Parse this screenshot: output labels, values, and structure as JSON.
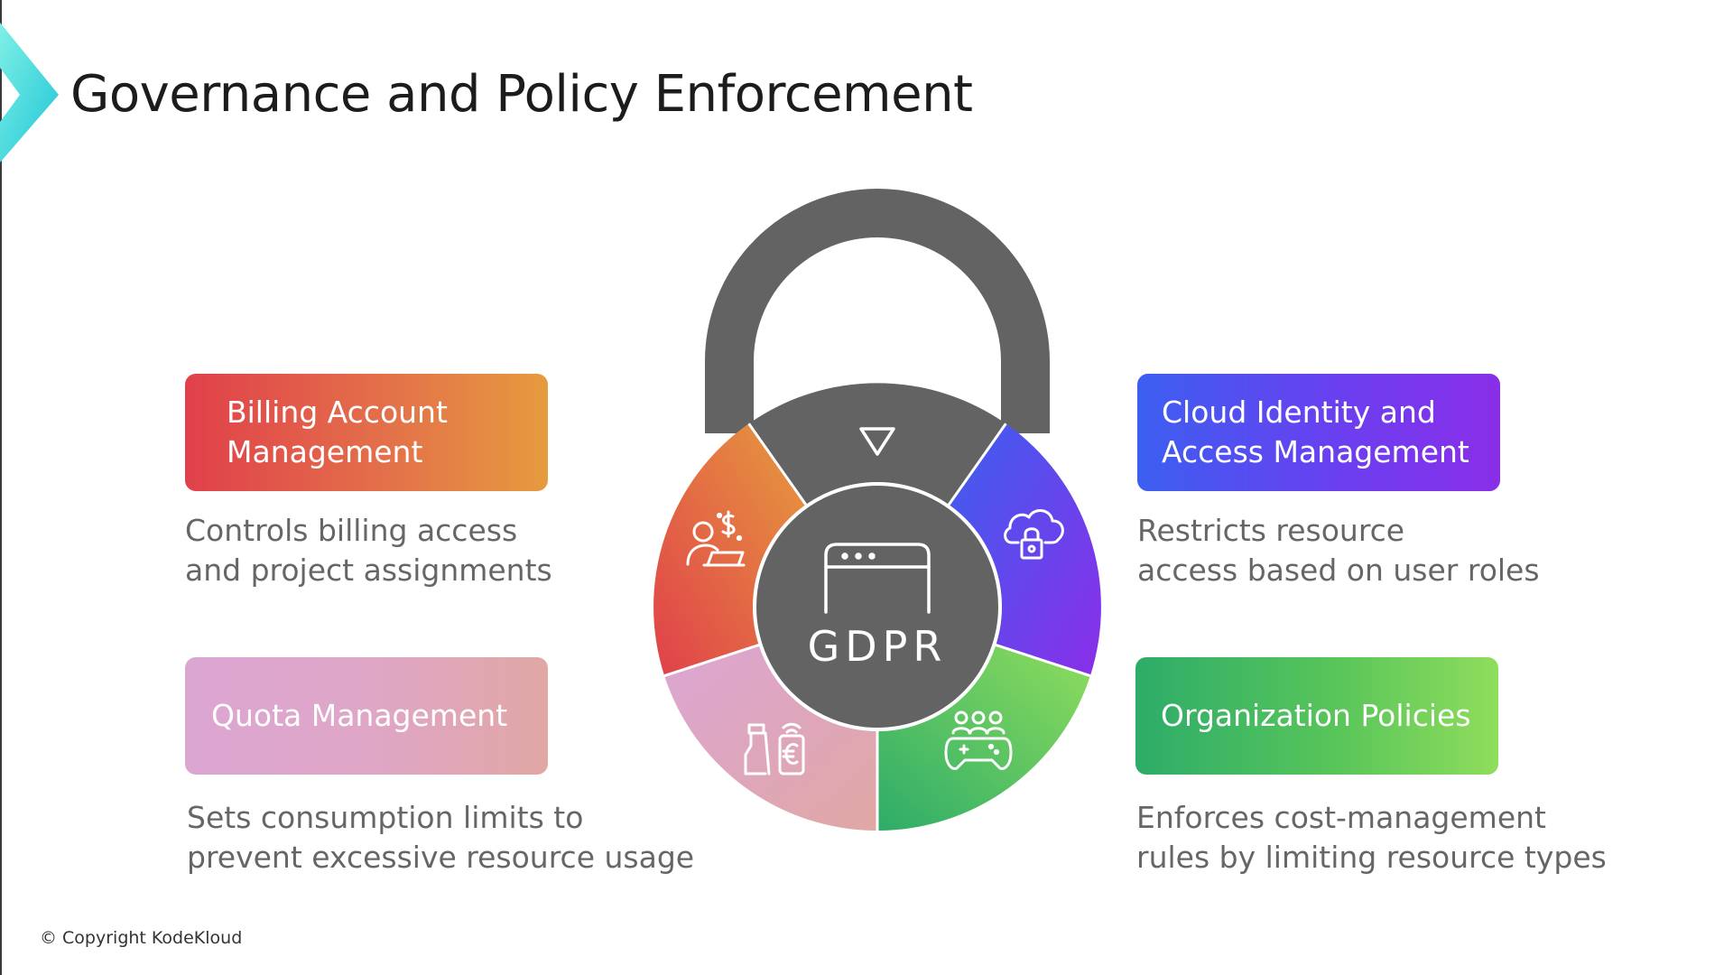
{
  "title": "Governance and Policy Enforcement",
  "cards": {
    "billing": {
      "label": "Billing Account\nManagement",
      "description": "Controls billing access\nand project assignments"
    },
    "iam": {
      "label": "Cloud Identity and\nAccess Management",
      "description": "Restricts resource\naccess based on user roles"
    },
    "quota": {
      "label": "Quota Management",
      "description": "Sets consumption limits to\nprevent excessive resource usage"
    },
    "org": {
      "label": "Organization Policies",
      "description": "Enforces cost-management\nrules by limiting resource types"
    }
  },
  "lock": {
    "center_label": "GDPR",
    "segments": [
      {
        "name": "top",
        "icon": "triangle-down-icon"
      },
      {
        "name": "billing",
        "icon": "person-dollar-laptop-icon"
      },
      {
        "name": "iam",
        "icon": "cloud-lock-icon"
      },
      {
        "name": "quota",
        "icon": "phone-euro-icon"
      },
      {
        "name": "org",
        "icon": "group-gamepad-icon"
      }
    ],
    "center_icon": "browser-window-icon"
  },
  "footer": {
    "copyright": "© Copyright KodeKloud"
  },
  "colors": {
    "billing": [
      "#e0404a",
      "#e69b3e"
    ],
    "iam": [
      "#3c5ff0",
      "#8a2ee8"
    ],
    "quota": [
      "#dca6d3",
      "#e0a7a4"
    ],
    "org": [
      "#2dac69",
      "#8fdd5c"
    ],
    "lock_gray": "#636363",
    "title_text": "#1c1c1c",
    "desc_text": "#666666",
    "logo_accent": "#2ad3d9"
  }
}
